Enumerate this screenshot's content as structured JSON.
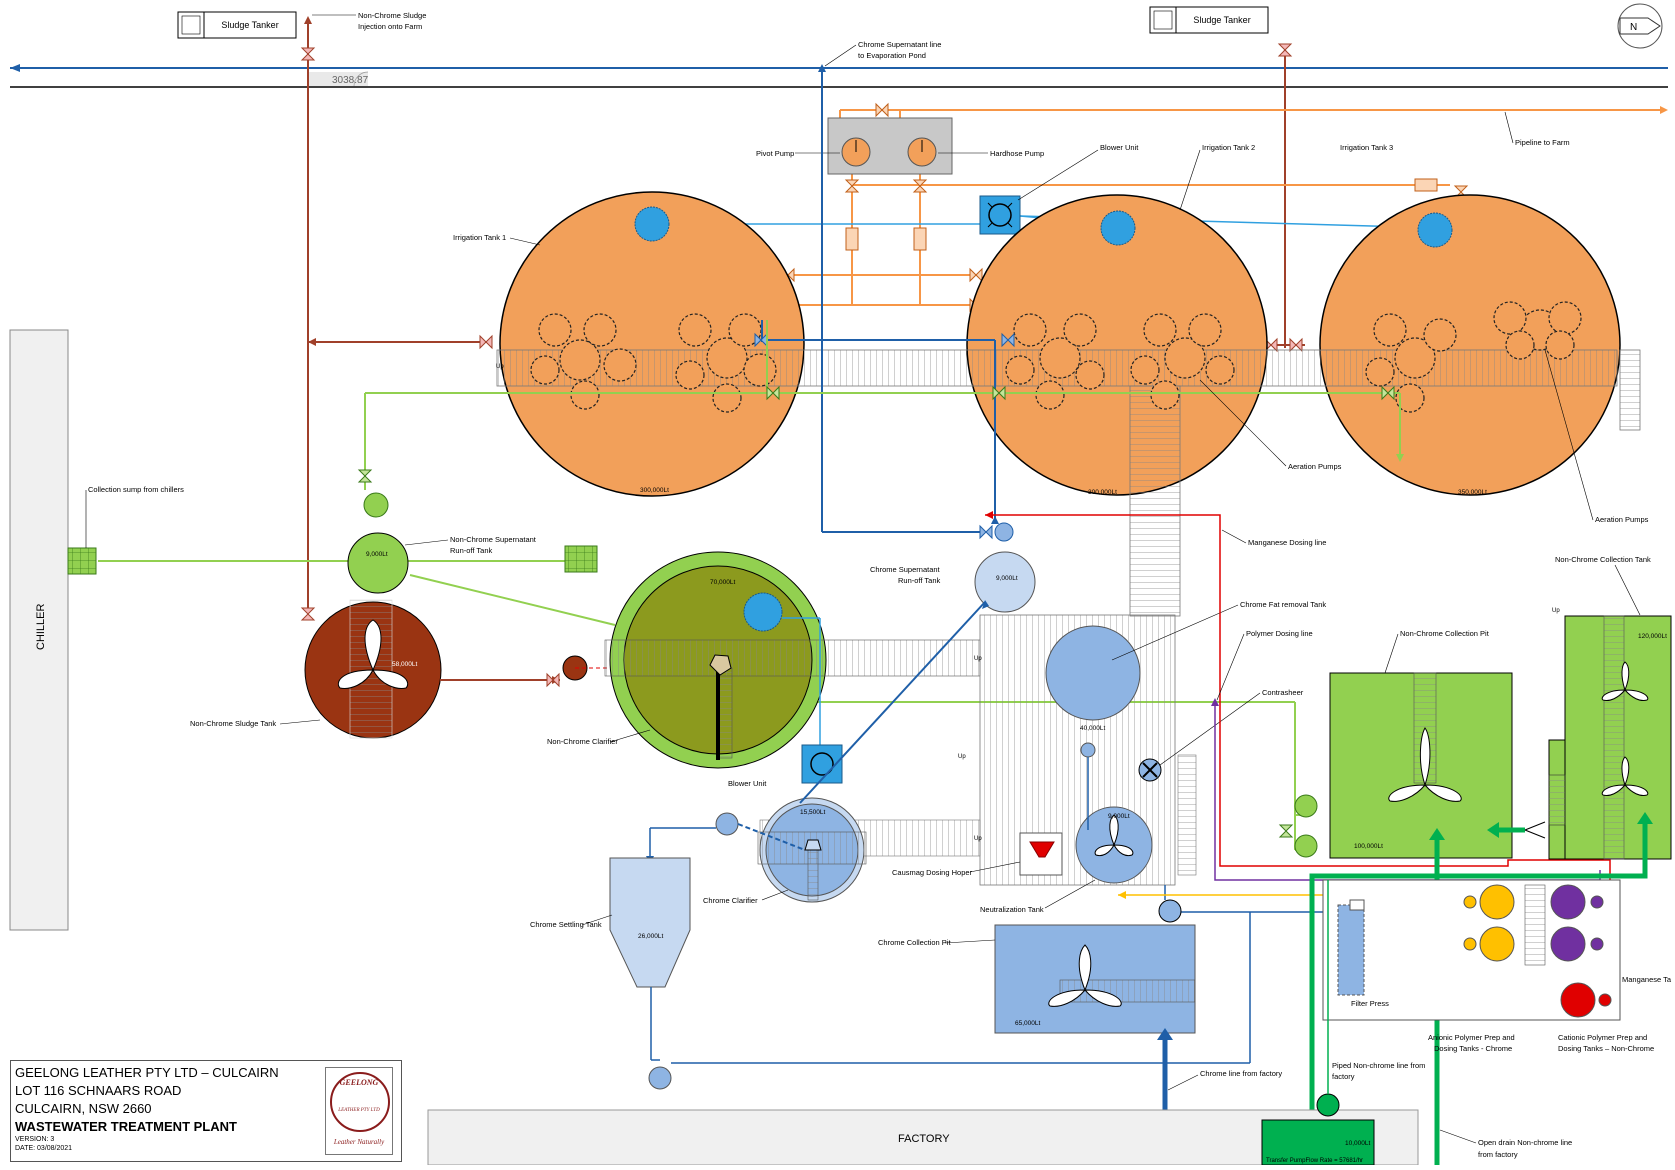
{
  "labels": {
    "sludge_tanker": "Sludge Tanker",
    "non_chrome_sludge_injection": "Non-Chrome Sludge",
    "non_chrome_sludge_injection_2": "Injection onto Farm",
    "chrome_supernatant_line": "Chrome Supernatant line",
    "chrome_supernatant_line_2": "to Evaporation Pond",
    "dimension": "3038.87",
    "pivot_pump": "Pivot Pump",
    "hardhose_pump": "Hardhose Pump",
    "blower_unit": "Blower Unit",
    "irrigation_tank_1": "Irrigation Tank 1",
    "irrigation_tank_2": "Irrigation Tank 2",
    "irrigation_tank_3": "Irrigation Tank 3",
    "pipeline_to_farm": "Pipeline to Farm",
    "aeration_pumps": "Aeration Pumps",
    "chiller": "CHILLER",
    "collection_sump": "Collection sump from chillers",
    "non_chrome_supernatant_runoff": "Non-Chrome Supernatant",
    "non_chrome_supernatant_runoff_2": "Run-off Tank",
    "non_chrome_sludge_tank": "Non-Chrome Sludge Tank",
    "non_chrome_clarifier": "Non-Chrome Clarifier",
    "chrome_supernatant_runoff": "Chrome Supernatant",
    "chrome_supernatant_runoff_2": "Run-off Tank",
    "manganese_dosing_line": "Manganese Dosing line",
    "chrome_fat_removal_tank": "Chrome Fat removal  Tank",
    "polymer_dosing_line": "Polymer Dosing line",
    "non_chrome_collection_pit": "Non-Chrome Collection Pit",
    "non_chrome_collection_tank": "Non-Chrome Collection Tank",
    "contrasheer": "Contrasheer",
    "causmag_dosing_hoper": "Causmag Dosing Hoper",
    "neutralization_tank": "Neutralization Tank",
    "chrome_clarifier": "Chrome Clarifier",
    "chrome_settling_tank": "Chrome Settling Tank",
    "chrome_collection_pit": "Chrome Collection Pit",
    "filter_press": "Filter Press",
    "manganese_tank": "Manganese Ta",
    "anionic_polymer": "Anionic Polymer Prep and",
    "anionic_polymer_2": "Dosing Tanks - Chrome",
    "cationic_polymer": "Cationic Polymer Prep and",
    "cationic_polymer_2": "Dosing Tanks – Non-Chrome",
    "chrome_line_from_factory": "Chrome line from factory",
    "piped_non_chrome_line": "Piped Non-chrome line from",
    "piped_non_chrome_line_2": "factory",
    "open_drain": "Open drain Non-chrome line",
    "open_drain_2": "from factory",
    "factory": "FACTORY",
    "transfer_pump": "Transfer PumpFlow Rate = 57681/hr",
    "up": "Up",
    "north": "N"
  },
  "capacities": {
    "irrigation_tank_1": "300,000Lt",
    "irrigation_tank_2": "300,000Lt",
    "irrigation_tank_3": "350,000Lt",
    "non_chrome_supernatant": "9,000Lt",
    "non_chrome_sludge": "58,000Lt",
    "non_chrome_clarifier": "70,000Lt",
    "chrome_supernatant": "9,000Lt",
    "chrome_fat_removal": "40,000Lt",
    "neutralization": "9,000Lt",
    "chrome_clarifier": "15,500Lt",
    "chrome_settling": "26,000Lt",
    "chrome_collection_pit": "65,000Lt",
    "non_chrome_collection_pit": "100,000Lt",
    "non_chrome_collection_tank": "120,000Lt",
    "transfer_sump": "10,000Lt"
  },
  "title_block": {
    "company": "GEELONG LEATHER PTY LTD – CULCAIRN",
    "address_1": "LOT 116 SCHNAARS ROAD",
    "address_2": "CULCAIRN, NSW 2660",
    "drawing_title": "WASTEWATER TREATMENT PLANT",
    "version": "VERSION: 3",
    "date": "DATE: 03/08/2021",
    "logo_top": "GEELONG",
    "logo_side": "LEATHER PTY LTD",
    "tagline": "Leather Naturally"
  },
  "colors": {
    "irrigation_tank": "#f2a05a",
    "non_chrome_green": "#92d050",
    "clarifier_olive": "#8c9a1e",
    "sludge_brown": "#9a3412",
    "chrome_blue": "#8eb4e3",
    "pale_blue": "#c6d9f1",
    "orange_line": "#f79646",
    "dark_blue_line": "#1f5fa8",
    "brown_line": "#a0402a",
    "red_line": "#e00000",
    "purple_line": "#7030a0",
    "yellow_line": "#ffc000",
    "green_line": "#00b050",
    "light_green_line": "#92d050",
    "cyan_line": "#30a0e0",
    "blower_blue": "#30a0e0",
    "factory_gray": "#f0f0f0"
  }
}
